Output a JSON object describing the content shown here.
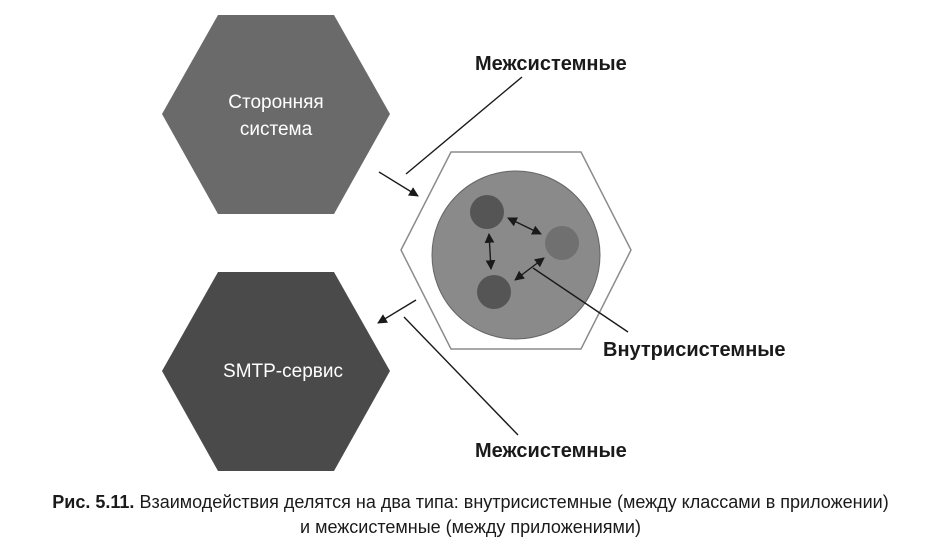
{
  "diagram": {
    "nodes": {
      "third_party": {
        "line1": "Сторонняя",
        "line2": "система",
        "color": "#6a6a6a"
      },
      "smtp": {
        "label": "SMTP-сервис",
        "color": "#4a4a4a"
      },
      "app": {
        "outline_color": "#8c8c8c",
        "core_color": "#8a8a8a",
        "class_color": "#555555",
        "class_light_color": "#707070"
      }
    },
    "callouts": {
      "inter_top": "Межсистемные",
      "intra": "Внутрисистемные",
      "inter_bottom": "Межсистемные"
    }
  },
  "caption": {
    "number": "Рис. 5.11.",
    "line1": "Взаимодействия делятся на два типа: внутрисистемные (между классами в приложении)",
    "line2": "и межсистемные (между приложениями)"
  }
}
